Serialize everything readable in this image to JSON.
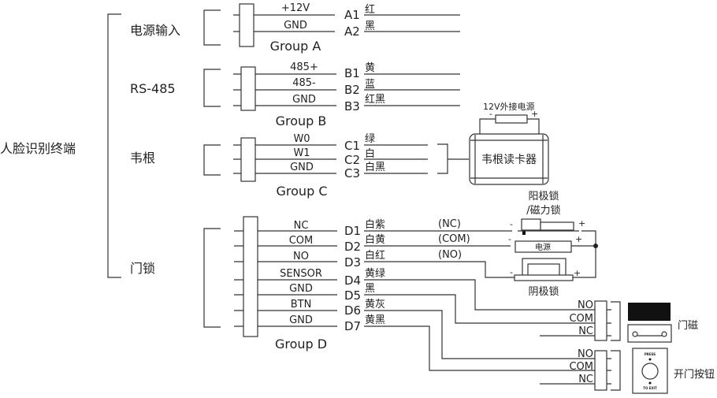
{
  "terminal": "人脸识别终端",
  "groups": [
    {
      "title": "电源输入",
      "group": "Group A",
      "pins": [
        {
          "signal": "+12V",
          "code": "A1",
          "color": "红"
        },
        {
          "signal": "GND",
          "code": "A2",
          "color": "黑"
        }
      ]
    },
    {
      "title": "RS-485",
      "group": "Group B",
      "pins": [
        {
          "signal": "485+",
          "code": "B1",
          "color": "黄"
        },
        {
          "signal": "485-",
          "code": "B2",
          "color": "蓝"
        },
        {
          "signal": "GND",
          "code": "B3",
          "color": "红黑"
        }
      ]
    },
    {
      "title": "韦根",
      "group": "Group C",
      "pins": [
        {
          "signal": "W0",
          "code": "C1",
          "color": "绿"
        },
        {
          "signal": "W1",
          "code": "C2",
          "color": "白"
        },
        {
          "signal": "GND",
          "code": "C3",
          "color": "白黑"
        }
      ]
    },
    {
      "title": "门锁",
      "group": "Group D",
      "pins": [
        {
          "signal": "NC",
          "code": "D1",
          "color": "白紫"
        },
        {
          "signal": "COM",
          "code": "D2",
          "color": "白黄"
        },
        {
          "signal": "NO",
          "code": "D3",
          "color": "白红"
        },
        {
          "signal": "SENSOR",
          "code": "D4",
          "color": "黄绿"
        },
        {
          "signal": "GND",
          "code": "D5",
          "color": "黑"
        },
        {
          "signal": "BTN",
          "code": "D6",
          "color": "黄灰"
        },
        {
          "signal": "GND",
          "code": "D7",
          "color": "黄黑"
        }
      ]
    }
  ],
  "wiegand_reader": {
    "label": "韦根读卡器",
    "power": "12V外接电源",
    "minus": "-",
    "plus": "+"
  },
  "lock": {
    "nc": "(NC)",
    "com": "(COM)",
    "no": "(NO)",
    "anode_lock": "阳极锁",
    "mag_lock": "/磁力锁",
    "power": "电源",
    "cathode_lock": "阴极锁",
    "minus": "-",
    "plus": "+"
  },
  "door_sensor": {
    "label": "门磁",
    "pins": [
      "NO",
      "COM",
      "NC"
    ]
  },
  "exit_button": {
    "label": "开门按钮",
    "pins": [
      "NO",
      "COM",
      "NC"
    ],
    "press": "PRESS",
    "to_exit": "TO EXIT"
  }
}
